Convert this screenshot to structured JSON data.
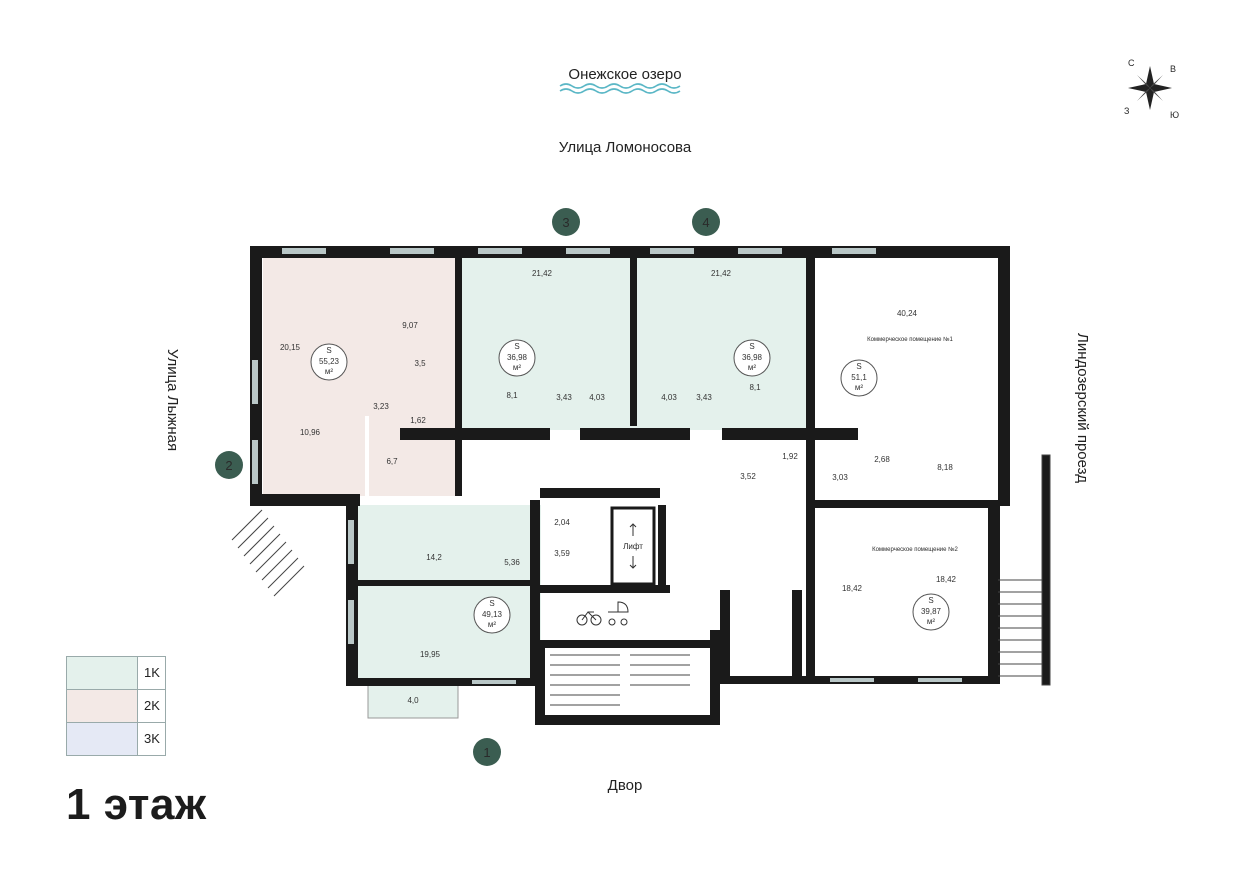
{
  "header": {
    "lake": "Онежское озеро"
  },
  "streets": {
    "north": "Улица Ломоносова",
    "west": "Улица Лыжная",
    "east": "Линдозерский проезд",
    "south": "Двор"
  },
  "compass": {
    "n": "С",
    "e": "В",
    "s": "Ю",
    "w": "З"
  },
  "entrances": [
    "1",
    "2",
    "3",
    "4"
  ],
  "apartments": [
    {
      "type": "2K",
      "total": "55,23",
      "rooms": [
        "20,15",
        "10,96",
        "9,07",
        "3,5",
        "3,23",
        "1,62",
        "6,7"
      ]
    },
    {
      "type": "1K",
      "total": "36,98",
      "rooms": [
        "21,42",
        "8,1",
        "3,43",
        "4,03"
      ]
    },
    {
      "type": "1K",
      "total": "36,98",
      "rooms": [
        "21,42",
        "8,1",
        "3,43",
        "4,03"
      ]
    },
    {
      "type": "1K",
      "total": "49,13",
      "rooms": [
        "14,2",
        "19,95",
        "5,36",
        "2,04",
        "3,59",
        "4,0"
      ]
    }
  ],
  "commercial": [
    {
      "name": "Коммерческое помещение №1",
      "total": "51,1",
      "rooms": [
        "40,24",
        "8,18",
        "2,68",
        "3,03",
        "1,92",
        "3,52"
      ]
    },
    {
      "name": "Коммерческое помещение №2",
      "total": "39,87",
      "rooms": [
        "18,42",
        "18,42"
      ]
    }
  ],
  "labels": {
    "s": "S",
    "unit": "м²",
    "lift": "Лифт"
  },
  "legend": [
    {
      "label": "1K",
      "color": "#e4f1ec"
    },
    {
      "label": "2K",
      "color": "#f3e9e6"
    },
    {
      "label": "3K",
      "color": "#e5e9f5"
    }
  ],
  "floor_title": "1 этаж",
  "colors": {
    "wall": "#1a1a1a",
    "entrance": "#3b5d51",
    "window": "#b9c7c7",
    "one_room": "#e4f1ec",
    "two_room": "#f3e9e6"
  }
}
